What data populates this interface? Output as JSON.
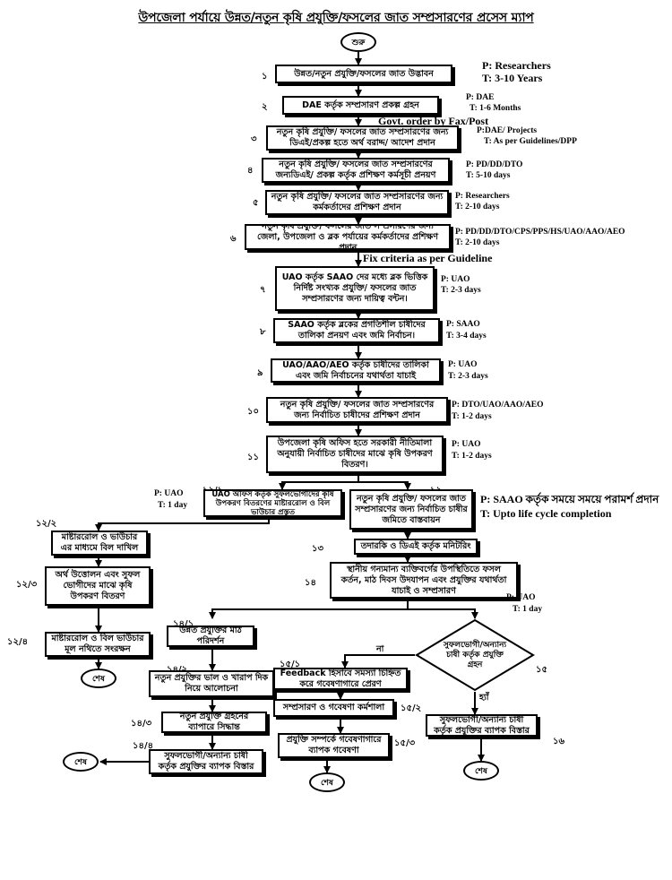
{
  "title": "উপজেলা পর্যায়ে উন্নত/নতুন কৃষি প্রযুক্তি/ফসলের জাত সম্প্রসারণের প্রসেস ম্যাপ",
  "start_label": "শুরু",
  "end_label": "শেষ",
  "steps": {
    "s1": {
      "num": "১",
      "text": "উন্নত/নতুন প্রযুক্তি/ফসলের জাত উদ্ভাবন",
      "p": "P: Researchers",
      "t": "T: 3-10 Years"
    },
    "s2": {
      "num": "২",
      "text": "DAE কর্তৃক সম্প্রসারণ প্রকল্প গ্রহন",
      "p": "P: DAE",
      "t": "T: 1-6 Months"
    },
    "s3": {
      "num": "৩",
      "text": "নতুন কৃষি প্রযুক্তি/ ফসলের জাত সম্প্রসারণের জন্য ডিএই/প্রকল্প হতে অর্থ বরাদ্দ/ আদেশ প্রদান",
      "p": "P:DAE/ Projects",
      "t": "T: As per Guidelines/DPP"
    },
    "s4": {
      "num": "৪",
      "text": "নতুন কৃষি প্রযুক্তি/ ফসলের জাত সম্প্রসারণের জন্যডিএই/ প্রকল্প কর্তৃক প্রশিক্ষণ কর্মসূচী প্রনয়ণ",
      "p": "P: PD/DD/DTO",
      "t": "T: 5-10 days"
    },
    "s5": {
      "num": "৫",
      "text": "নতুন কৃষি প্রযুক্তি/ ফসলের জাত সম্প্রসারণের জন্য কর্মকর্তাদের প্রশিক্ষণ প্রদান",
      "p": "P: Researchers",
      "t": "T: 2-10 days"
    },
    "s6": {
      "num": "৬",
      "text": "নতুন কৃষি প্রযুক্তি/ ফসলের জাত সম্প্রসারণের জন্য জেলা, উপজেলা ও ব্লক পর্যায়ের কর্মকর্তাদের প্রশিক্ষণ প্রদান",
      "p": "P: PD/DD/DTO/CPS/PPS/HS/UAO/AAO/AEO",
      "t": "T: 2-10 days"
    },
    "s7": {
      "num": "৭",
      "text": "UAO কর্তৃক SAAO দের মধ্যে ব্লক ভিত্তিক নির্দিষ্ট সংখ্যক প্রযুক্তি/ ফসলের জাত সম্প্রসারণের জন্য দায়িত্ব বন্টন।",
      "p": "P: UAO",
      "t": "T: 2-3 days"
    },
    "s8": {
      "num": "৮",
      "text": "SAAO কর্তৃক ব্লকের প্রগতিশীল চাষীদের তালিকা প্রনয়ণ এবং জমি নির্বাচন।",
      "p": "P: SAAO",
      "t": "T: 3-4 days"
    },
    "s9": {
      "num": "৯",
      "text": "UAO/AAO/AEO কর্তৃক চাষীদের তালিকা এবং জমি নির্বাচনের যথার্থতা যাচাই",
      "p": "P: UAO",
      "t": "T: 2-3 days"
    },
    "s10": {
      "num": "১০",
      "text": "নতুন কৃষি প্রযুক্তি/ ফসলের জাত সম্প্রসারণের জন্য নির্বাচিত চাষীদের প্রশিক্ষণ প্রদান",
      "p": "P: DTO/UAO/AAO/AEO",
      "t": "T: 1-2 days"
    },
    "s11": {
      "num": "১১",
      "text": "উপজেলা কৃষি অফিস হতে সরকারী নীতিমালা অনুযায়ী নির্বাচিত চাষীদের মাঝে কৃষি উপকরণ বিতরণ।",
      "p": "P: UAO",
      "t": "T: 1-2 days"
    },
    "s12_1": {
      "num": "১২/১",
      "text": "UAO অফিস কর্তৃক সুফলভোগীদের কৃষি উপকরণ বিতরণের মাষ্টাররোল ও বিল ভাউচার প্রস্তুত",
      "p": "P: UAO",
      "t": "T: 1 day"
    },
    "s12": {
      "num": "১২",
      "text": "নতুন কৃষি প্রযুক্তি/ ফসলের জাত সম্প্রসারণের জন্য নির্বাচিত চাষীর জমিতে বাস্তবায়ন",
      "p": "P: SAAO কর্তৃক সময়ে সময়ে পরামর্শ প্রদান",
      "t": "T: Upto life cycle completion"
    },
    "s12_2": {
      "num": "১২/২",
      "text": "মাষ্টাররোল ও ভাউচার এর মাধ্যমে বিল দাখিল"
    },
    "s12_3": {
      "num": "১২/৩",
      "text": "অর্থ উত্তোলন এবং সুফল ভোগীদের মাঝে কৃষি উপকরণ বিতরণ"
    },
    "s12_4": {
      "num": "১২/৪",
      "text": "মাষ্টাররোল ও বিল ভাউচার মূল নথিতে সংরক্ষন"
    },
    "s13": {
      "num": "১৩",
      "text": "তদারকি ও ডিএই কর্তৃক মনিটরিং"
    },
    "s14": {
      "num": "১৪",
      "text": "স্থানীয় গন্যমান্য ব্যক্তিবর্গের উপস্থিতিতে ফসল কর্তন, মাঠ দিবস উদযাপন এবং প্রযুক্তির যথার্থতা যাচাই ও সম্প্রসারণ",
      "p": "P: UAO",
      "t": "T: 1 day"
    },
    "s14_1": {
      "num": "১৪/১",
      "text": "উন্নত প্রযুক্তির মাঠ পরিদর্শন"
    },
    "s14_2": {
      "num": "১৪/২",
      "text": "নতুন প্রযুক্তির ভাল ও খারাপ দিক নিয়ে আলোচনা"
    },
    "s14_3": {
      "num": "১৪/৩",
      "text": "নতুন প্রযুক্তি গ্রহনের ব্যাপারে সিদ্ধান্ত"
    },
    "s14_4": {
      "num": "১৪/৪",
      "text": "সুফলভোগী/অন্যান্য চাষী কর্তৃক প্রযুক্তির ব্যাপক বিস্তার"
    },
    "s15": {
      "num": "১৫",
      "text": "সুফলভোগী/অন্যান্য চাষী কর্তৃক প্রযুক্তি গ্রহন"
    },
    "s15_1": {
      "num": "১৫/১",
      "text": "Feedback হিসাবে সমস্যা চিহ্নিত করে গবেষণাগারে প্রেরণ"
    },
    "s15_2": {
      "num": "১৫/২",
      "text": "সম্প্রসারণ ও গবেষণা কর্মশালা"
    },
    "s15_3": {
      "num": "১৫/৩",
      "text": "প্রযুক্তি সম্পর্কে গবেষণাগারে ব্যাপক গবেষণা"
    },
    "s16": {
      "num": "১৬",
      "text": "সুফলভোগী/অন্যান্য চাষী কর্তৃক প্রযুক্তির ব্যাপক বিস্তার"
    }
  },
  "edge_labels": {
    "govt_order": "Govt. order by Fax/Post",
    "fix_criteria": "Fix criteria as per Guideline",
    "no": "না",
    "yes": "হ্যাঁ"
  }
}
